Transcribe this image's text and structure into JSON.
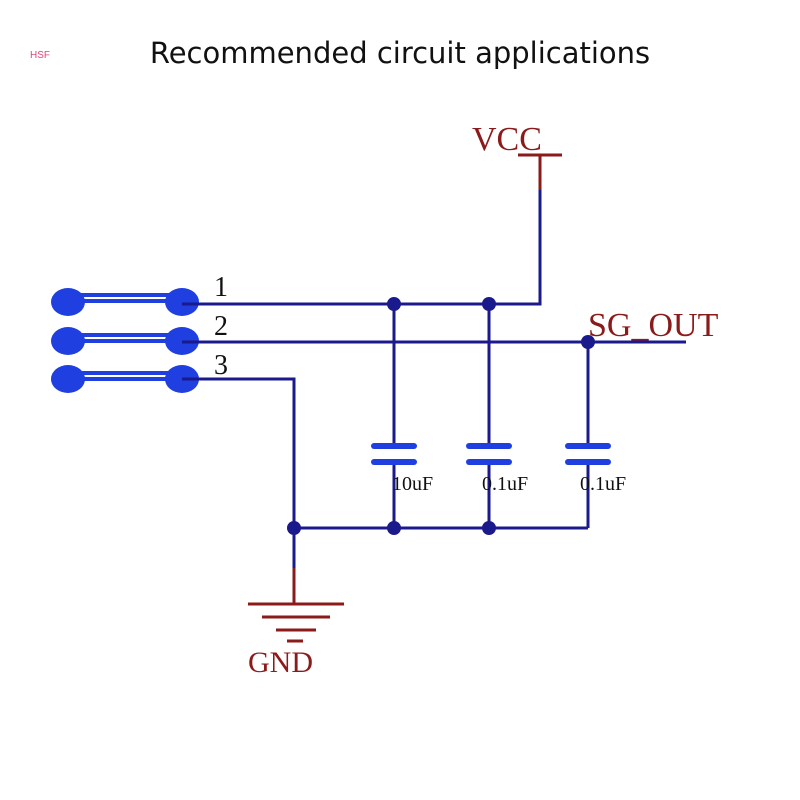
{
  "watermark": "HSF",
  "title": "Recommended circuit applications",
  "labels": {
    "vcc": "VCC",
    "gnd": "GND",
    "sg_out": "SG_OUT",
    "pin1": "1",
    "pin2": "2",
    "pin3": "3",
    "cap1": "10uF",
    "cap2": "0.1uF",
    "cap3": "0.1uF"
  },
  "colors": {
    "wire": "#1a1a8c",
    "power_symbol": "#8b1a1a",
    "pin_dot": "#1f3fe0",
    "capacitor": "#1f3fe0",
    "junction": "#1a1a8c"
  }
}
